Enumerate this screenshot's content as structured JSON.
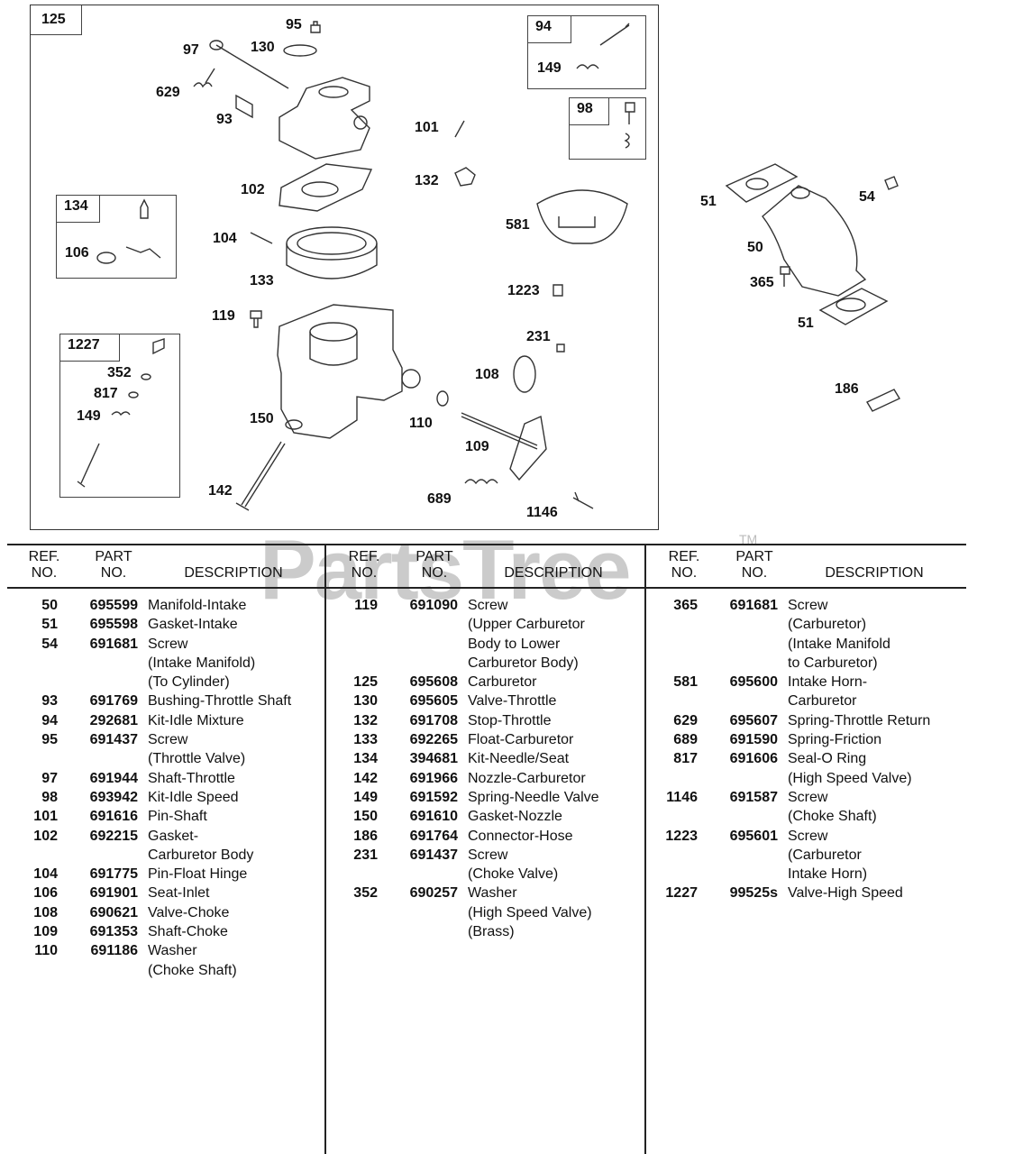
{
  "watermark": "PartsTree",
  "watermark_tm": "TM",
  "diagram": {
    "callouts": [
      "125",
      "95",
      "130",
      "97",
      "629",
      "93",
      "94",
      "149",
      "98",
      "101",
      "132",
      "102",
      "581",
      "134",
      "106",
      "104",
      "133",
      "1223",
      "119",
      "1227",
      "352",
      "817",
      "149",
      "231",
      "108",
      "150",
      "110",
      "109",
      "142",
      "689",
      "1146",
      "51",
      "54",
      "50",
      "365",
      "51",
      "186"
    ],
    "kit_boxes": [
      "94",
      "98",
      "134",
      "1227"
    ]
  },
  "table": {
    "headers": {
      "ref": "REF.",
      "no": "NO.",
      "part": "PART",
      "description": "DESCRIPTION"
    },
    "columns": [
      [
        {
          "ref": "50",
          "part": "695599",
          "desc": [
            "Manifold-Intake"
          ]
        },
        {
          "ref": "51",
          "part": "695598",
          "desc": [
            "Gasket-Intake"
          ]
        },
        {
          "ref": "54",
          "part": "691681",
          "desc": [
            "Screw",
            "(Intake Manifold)",
            "(To Cylinder)"
          ]
        },
        {
          "ref": "93",
          "part": "691769",
          "desc": [
            "Bushing-Throttle Shaft"
          ]
        },
        {
          "ref": "94",
          "part": "292681",
          "desc": [
            "Kit-Idle Mixture"
          ]
        },
        {
          "ref": "95",
          "part": "691437",
          "desc": [
            "Screw",
            "(Throttle Valve)"
          ]
        },
        {
          "ref": "97",
          "part": "691944",
          "desc": [
            "Shaft-Throttle"
          ]
        },
        {
          "ref": "98",
          "part": "693942",
          "desc": [
            "Kit-Idle Speed"
          ]
        },
        {
          "ref": "101",
          "part": "691616",
          "desc": [
            "Pin-Shaft"
          ]
        },
        {
          "ref": "102",
          "part": "692215",
          "desc": [
            "Gasket-",
            "Carburetor Body"
          ]
        },
        {
          "ref": "104",
          "part": "691775",
          "desc": [
            "Pin-Float Hinge"
          ]
        },
        {
          "ref": "106",
          "part": "691901",
          "desc": [
            "Seat-Inlet"
          ]
        },
        {
          "ref": "108",
          "part": "690621",
          "desc": [
            "Valve-Choke"
          ]
        },
        {
          "ref": "109",
          "part": "691353",
          "desc": [
            "Shaft-Choke"
          ]
        },
        {
          "ref": "110",
          "part": "691186",
          "desc": [
            "Washer",
            "(Choke Shaft)"
          ]
        }
      ],
      [
        {
          "ref": "119",
          "part": "691090",
          "desc": [
            "Screw",
            "(Upper Carburetor",
            "Body to Lower",
            "Carburetor Body)"
          ]
        },
        {
          "ref": "125",
          "part": "695608",
          "desc": [
            "Carburetor"
          ]
        },
        {
          "ref": "130",
          "part": "695605",
          "desc": [
            "Valve-Throttle"
          ]
        },
        {
          "ref": "132",
          "part": "691708",
          "desc": [
            "Stop-Throttle"
          ]
        },
        {
          "ref": "133",
          "part": "692265",
          "desc": [
            "Float-Carburetor"
          ]
        },
        {
          "ref": "134",
          "part": "394681",
          "desc": [
            "Kit-Needle/Seat"
          ]
        },
        {
          "ref": "142",
          "part": "691966",
          "desc": [
            "Nozzle-Carburetor"
          ]
        },
        {
          "ref": "149",
          "part": "691592",
          "desc": [
            "Spring-Needle Valve"
          ]
        },
        {
          "ref": "150",
          "part": "691610",
          "desc": [
            "Gasket-Nozzle"
          ]
        },
        {
          "ref": "186",
          "part": "691764",
          "desc": [
            "Connector-Hose"
          ]
        },
        {
          "ref": "231",
          "part": "691437",
          "desc": [
            "Screw",
            "(Choke Valve)"
          ]
        },
        {
          "ref": "352",
          "part": "690257",
          "desc": [
            "Washer",
            "(High Speed Valve)",
            "(Brass)"
          ]
        }
      ],
      [
        {
          "ref": "365",
          "part": "691681",
          "desc": [
            "Screw",
            "(Carburetor)",
            "(Intake Manifold",
            "to Carburetor)"
          ]
        },
        {
          "ref": "581",
          "part": "695600",
          "desc": [
            "Intake Horn-",
            "Carburetor"
          ]
        },
        {
          "ref": "629",
          "part": "695607",
          "desc": [
            "Spring-Throttle Return"
          ]
        },
        {
          "ref": "689",
          "part": "691590",
          "desc": [
            "Spring-Friction"
          ]
        },
        {
          "ref": "817",
          "part": "691606",
          "desc": [
            "Seal-O Ring",
            "(High Speed Valve)"
          ]
        },
        {
          "ref": "1146",
          "part": "691587",
          "desc": [
            "Screw",
            "(Choke Shaft)"
          ]
        },
        {
          "ref": "1223",
          "part": "695601",
          "desc": [
            "Screw",
            "(Carburetor",
            "Intake Horn)"
          ]
        },
        {
          "ref": "1227",
          "part": "99525s",
          "desc": [
            "Valve-High Speed"
          ]
        }
      ]
    ]
  }
}
